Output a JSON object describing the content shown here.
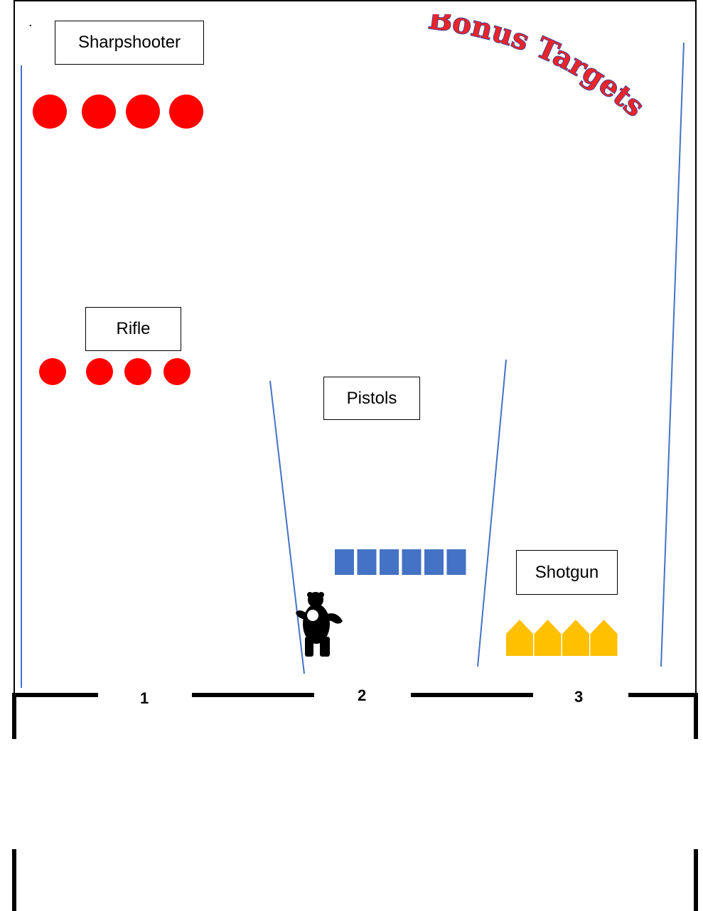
{
  "dot": ".",
  "bonus": {
    "title": "Bonus Targets",
    "fill": "#e8252a",
    "outline": "#1f3ea8"
  },
  "stations": {
    "sharpshooter": {
      "label": "Sharpshooter",
      "targets": 4,
      "target_shape": "circle",
      "color": "#ff0000"
    },
    "rifle": {
      "label": "Rifle",
      "targets": 4,
      "target_shape": "circle",
      "color": "#ff0000"
    },
    "pistols": {
      "label": "Pistols",
      "targets": 6,
      "target_shape": "square",
      "color": "#4472c4"
    },
    "shotgun": {
      "label": "Shotgun",
      "targets": 4,
      "target_shape": "pentagon",
      "color": "#ffc000"
    }
  },
  "bear": {
    "icon": "bear-silhouette-icon",
    "color": "#000000"
  },
  "bays": [
    "1",
    "2",
    "3"
  ],
  "colors": {
    "lane_line": "#4472c4",
    "wall": "#000000"
  }
}
